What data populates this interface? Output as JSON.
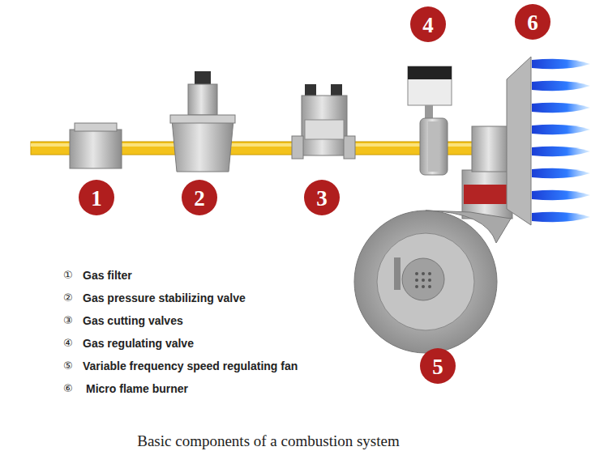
{
  "diagram": {
    "caption": "Basic components of a combustion system",
    "labels": [
      "1",
      "2",
      "3",
      "4",
      "5",
      "6",
      "①",
      "Gas filter",
      "②",
      "Gas pressure stabilizing valve",
      "③",
      "Gas cutting valves",
      "④",
      "Gas regulating valve",
      "⑤",
      "Variable frequency speed regulating fan",
      "⑥",
      "Micro flame burner"
    ]
  }
}
